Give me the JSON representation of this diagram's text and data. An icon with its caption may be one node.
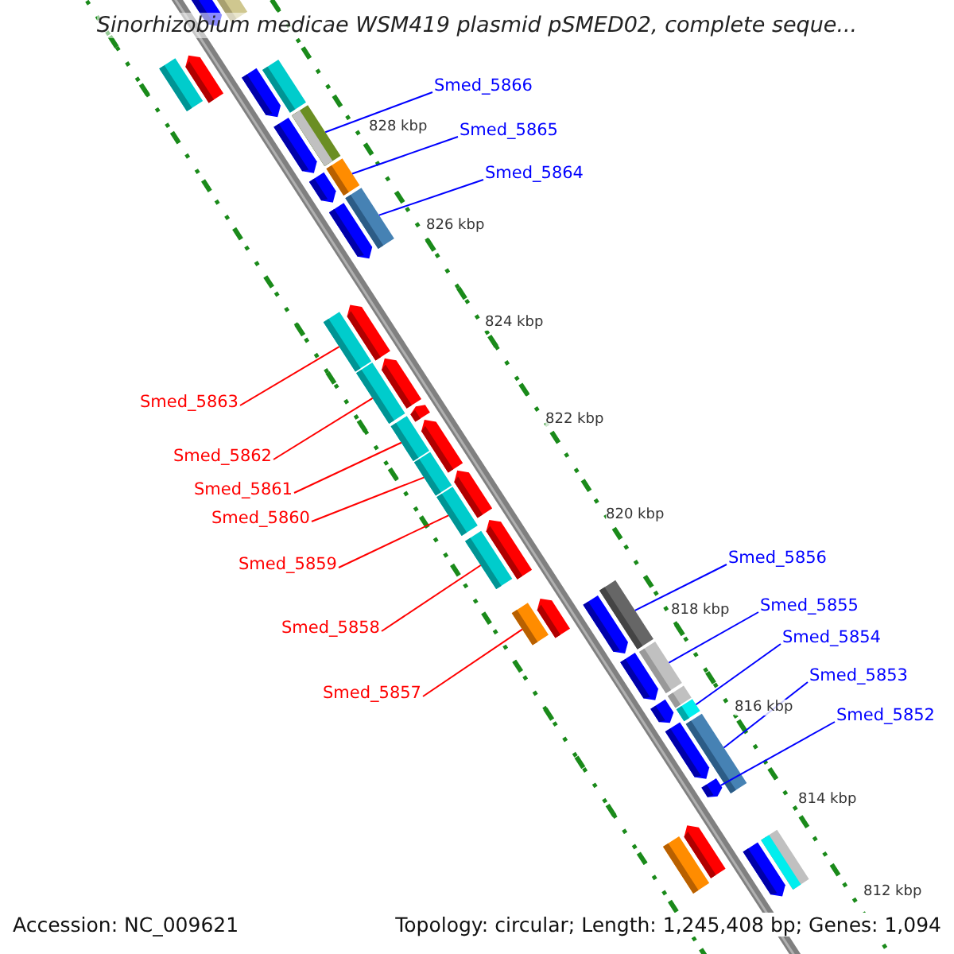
{
  "diagram": {
    "title": "Sinorhizobium medicae WSM419 plasmid pSMED02, complete seque...",
    "nodes": [
      {
        "text": [
          "Smed_5866"
        ]
      },
      {
        "text": [
          "Smed_5865"
        ]
      },
      {
        "text": [
          "Smed_5864"
        ]
      },
      {
        "text": [
          "Smed_5863"
        ]
      },
      {
        "text": [
          "Smed_5862"
        ]
      },
      {
        "text": [
          "Smed_5861"
        ]
      },
      {
        "text": [
          "Smed_5860"
        ]
      },
      {
        "text": [
          "Smed_5859"
        ]
      },
      {
        "text": [
          "Smed_5858"
        ]
      },
      {
        "text": [
          "Smed_5857"
        ]
      },
      {
        "text": [
          "Smed_5856"
        ]
      },
      {
        "text": [
          "Smed_5855"
        ]
      },
      {
        "text": [
          "Smed_5854"
        ]
      },
      {
        "text": [
          "Smed_5853"
        ]
      },
      {
        "text": [
          "Smed_5852"
        ]
      },
      {
        "text": [],
        "shape": "bar"
      },
      {
        "text": [],
        "shape": "bar"
      },
      {
        "text": [],
        "shape": "bar"
      },
      {
        "text": [],
        "shape": "bar"
      },
      {
        "text": [],
        "shape": "bar"
      },
      {
        "text": [],
        "shape": "bar"
      },
      {
        "text": [],
        "shape": "bar"
      },
      {
        "text": [],
        "shape": "bar"
      },
      {
        "text": [],
        "shape": "bar"
      },
      {
        "text": [],
        "shape": "bar"
      },
      {
        "text": [],
        "shape": "bar"
      },
      {
        "text": [],
        "shape": "bar"
      },
      {
        "text": [],
        "shape": "bar"
      },
      {
        "text": [],
        "shape": "bar"
      },
      {
        "text": [],
        "shape": "arrow"
      },
      {
        "text": [],
        "shape": "arrow"
      },
      {
        "text": [],
        "shape": "bar"
      },
      {
        "text": [],
        "shape": "bar"
      },
      {
        "text": [],
        "shape": "arrow"
      },
      {
        "text": [],
        "shape": "arrow"
      },
      {
        "text": [],
        "shape": "arrow"
      },
      {
        "text": [],
        "shape": "arrow"
      },
      {
        "text": [],
        "shape": "arrow"
      },
      {
        "text": [],
        "shape": "bar"
      },
      {
        "text": [],
        "shape": "arrow"
      },
      {
        "text": [],
        "shape": "arrow"
      },
      {
        "text": [],
        "shape": "arrow"
      },
      {
        "text": [],
        "shape": "arrow"
      },
      {
        "text": [],
        "shape": "arrow"
      },
      {
        "text": [],
        "shape": "arrow"
      },
      {
        "text": [],
        "shape": "arrow"
      },
      {
        "text": [],
        "shape": "arrow"
      },
      {
        "text": [],
        "shape": "arrow"
      },
      {
        "text": [],
        "shape": "arrow"
      },
      {
        "text": [],
        "shape": "arrow"
      },
      {
        "text": [],
        "shape": "bar"
      },
      {
        "text": [],
        "shape": "arrow"
      },
      {
        "text": [],
        "shape": "bar"
      },
      {
        "text": [],
        "shape": "arrow"
      },
      {
        "text": [],
        "shape": "bar"
      }
    ],
    "edges": [
      {
        "from": 0,
        "to": 15,
        "arrow": "none"
      },
      {
        "from": 1,
        "to": 16,
        "arrow": "none"
      },
      {
        "from": 2,
        "to": 17,
        "arrow": "none"
      },
      {
        "from": 3,
        "to": 18,
        "arrow": "none",
        "color": "#ff0000"
      },
      {
        "from": 4,
        "to": 19,
        "arrow": "none",
        "color": "#ff0000"
      },
      {
        "from": 5,
        "to": 20,
        "arrow": "none",
        "color": "#ff0000"
      },
      {
        "from": 6,
        "to": 21,
        "arrow": "none",
        "color": "#ff0000"
      },
      {
        "from": 7,
        "to": 22,
        "arrow": "none",
        "color": "#ff0000"
      },
      {
        "from": 8,
        "to": 23,
        "arrow": "none",
        "color": "#ff0000"
      },
      {
        "from": 9,
        "to": 24,
        "arrow": "none",
        "color": "#ff0000"
      },
      {
        "from": 10,
        "to": 25,
        "arrow": "none"
      },
      {
        "from": 11,
        "to": 26,
        "arrow": "none"
      },
      {
        "from": 12,
        "to": 27,
        "arrow": "none"
      },
      {
        "from": 13,
        "to": 28,
        "arrow": "none"
      },
      {
        "from": 14,
        "to": 29,
        "arrow": "none"
      }
    ],
    "labels": [
      "828 kbp",
      "826 kbp",
      "824 kbp",
      "822 kbp",
      "820 kbp",
      "818 kbp",
      "816 kbp",
      "814 kbp",
      "812 kbp",
      "Accession: NC_009621",
      "Topology: circular; Length: 1,245,408 bp; Genes: 1,094"
    ]
  }
}
